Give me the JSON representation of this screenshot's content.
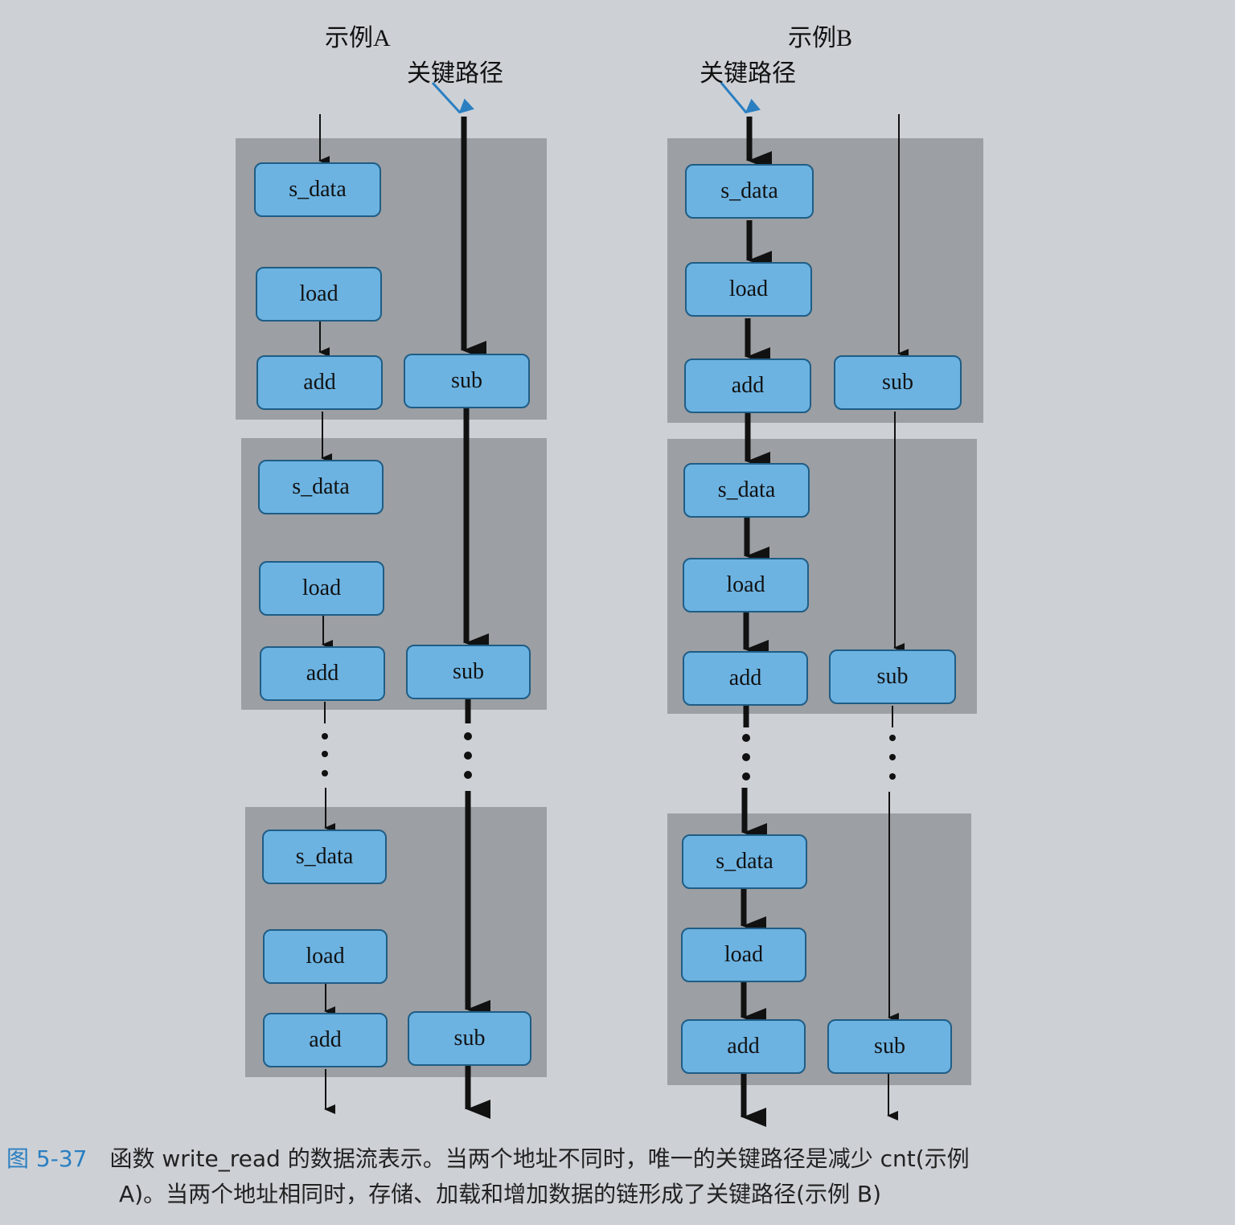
{
  "examples": {
    "a": {
      "title": "示例A",
      "critical_path_label": "关键路径"
    },
    "b": {
      "title": "示例B",
      "critical_path_label": "关键路径"
    }
  },
  "ops": {
    "s_data": "s_data",
    "load": "load",
    "add": "add",
    "sub": "sub"
  },
  "caption": {
    "figure_number": "图 5-37",
    "line1": "函数 write_read 的数据流表示。当两个地址不同时，唯一的关键路径是减少 cnt(示例",
    "line2": "A)。当两个地址相同时，存储、加载和增加数据的链形成了关键路径(示例 B)"
  },
  "colors": {
    "box_fill": "#6cb3e2",
    "box_border": "#1f5d86",
    "panel": "#9c9fa3",
    "pointer_arrow": "#2b7fc1",
    "arrow": "#111111"
  }
}
